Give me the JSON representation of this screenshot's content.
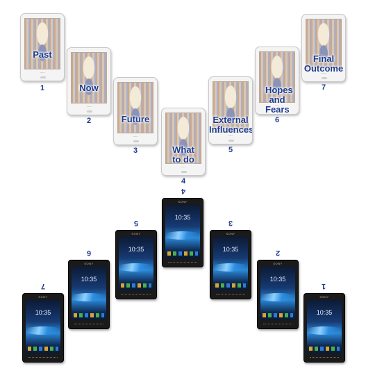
{
  "cards": [
    {
      "label": "Past",
      "number": "1"
    },
    {
      "label": "Now",
      "number": "2"
    },
    {
      "label": "Future",
      "number": "3"
    },
    {
      "label": "What to do",
      "number": "4"
    },
    {
      "label": "External Influences",
      "number": "5"
    },
    {
      "label": "Hopes and Fears",
      "number": "6"
    },
    {
      "label": "Final Outcome",
      "number": "7"
    }
  ],
  "phones": [
    {
      "number": "7",
      "time": "10:35",
      "brand": "SONY"
    },
    {
      "number": "6",
      "time": "10:35",
      "brand": "SONY"
    },
    {
      "number": "5",
      "time": "10:35",
      "brand": "SONY"
    },
    {
      "number": "4",
      "time": "10:35",
      "brand": "SONY"
    },
    {
      "number": "3",
      "time": "10:35",
      "brand": "SONY"
    },
    {
      "number": "2",
      "time": "10:35",
      "brand": "SONY"
    },
    {
      "number": "1",
      "time": "10:35",
      "brand": "SONY"
    }
  ],
  "colors": {
    "label": "#1d3b8f",
    "phone_body": "#1a1a1a"
  }
}
